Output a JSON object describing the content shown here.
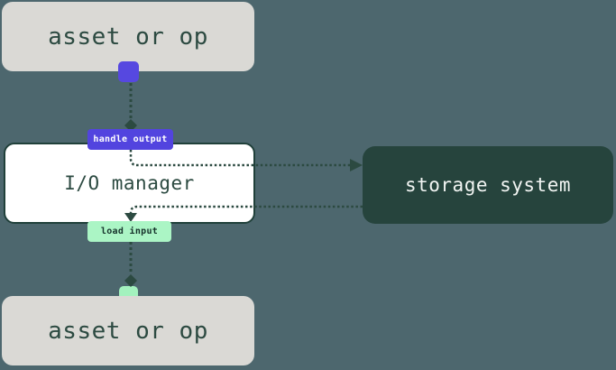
{
  "diagram": {
    "title": "io-manager-flow",
    "nodes": {
      "asset_top": {
        "label": "asset or op"
      },
      "io_manager": {
        "label": "I/O manager"
      },
      "storage": {
        "label": "storage system"
      },
      "asset_bottom": {
        "label": "asset or op"
      }
    },
    "edges": {
      "handle_output": {
        "label": "handle output"
      },
      "load_input": {
        "label": "load input"
      }
    },
    "colors": {
      "background": "#4d676e",
      "asset_box_fill": "#dad9d5",
      "asset_box_text": "#2c4a41",
      "io_box_fill": "#ffffff",
      "io_box_border": "#20403a",
      "storage_box_fill": "#26443d",
      "storage_box_text": "#f2f5f3",
      "handle_output_badge": "#5244df",
      "handle_output_text": "#ffffff",
      "load_input_badge": "#abf5c5",
      "load_input_text": "#16322b",
      "wire": "#2c4a41",
      "output_port": "#5648e0",
      "input_port": "#a3f2be"
    }
  }
}
